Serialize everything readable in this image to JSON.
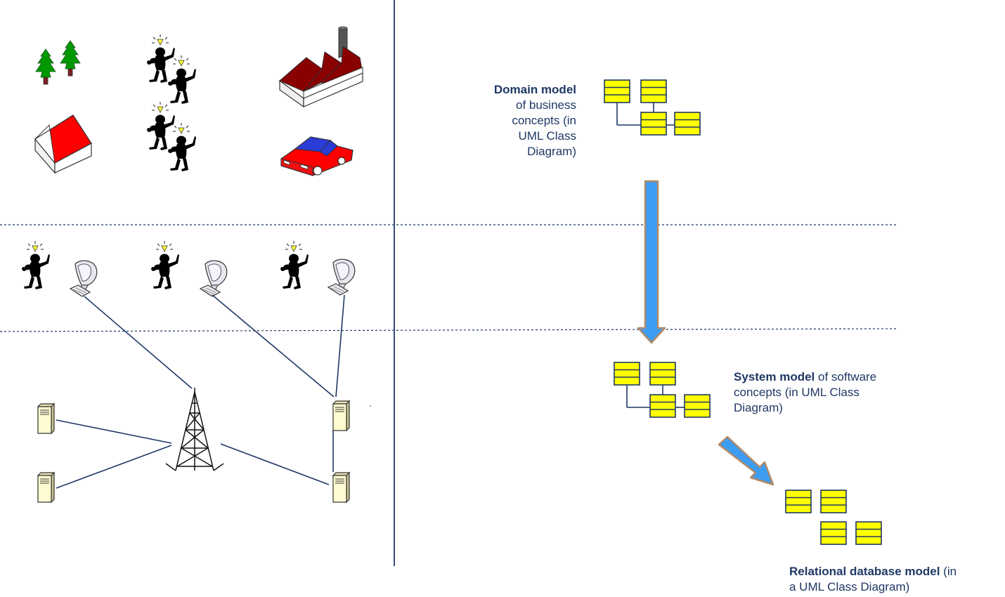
{
  "labels": {
    "domain_model": {
      "bold": "Domain model",
      "rest_lines": [
        "of business",
        "concepts (in",
        "UML Class",
        "Diagram)"
      ]
    },
    "system_model": {
      "bold": "System model",
      "rest_first": " of software",
      "rest_lines": [
        "concepts (in UML Class",
        "Diagram)"
      ]
    },
    "relational_model": {
      "bold": "Relational database model",
      "rest_first": " (in",
      "rest_lines": [
        "a UML Class Diagram)"
      ]
    }
  },
  "colors": {
    "text": "#1f3864",
    "line": "#1f3864",
    "class_box_fill": "#ffff00",
    "class_box_stroke": "#1f3864",
    "arrow_fill": "#3d9df3",
    "arrow_outline": "#b08a68",
    "tree": "#009900",
    "trunk": "#7f1f1f",
    "roof_red": "#ff0000",
    "factory_roof": "#7f0000",
    "car_body": "#ff0000",
    "car_window": "#2b3bd6",
    "server_fill": "#fffbd0"
  },
  "icons": [
    "tree-icon",
    "person-idea-icon",
    "factory-icon",
    "house-icon",
    "car-icon",
    "computer-icon",
    "radio-tower-icon",
    "server-icon",
    "uml-class-icon",
    "flow-arrow-icon"
  ]
}
